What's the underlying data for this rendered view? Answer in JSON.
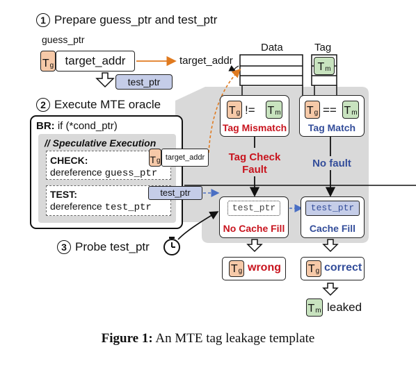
{
  "step1": {
    "num": "1",
    "label": "Prepare guess_ptr and test_ptr"
  },
  "guess_ptr_label": "guess_ptr",
  "target_addr_box": "target_addr",
  "test_ptr_box": "test_ptr",
  "target_addr_arrow_label": "target_addr",
  "data_label": "Data",
  "tag_label": "Tag",
  "step2": {
    "num": "2",
    "label": "Execute MTE oracle"
  },
  "br_line": {
    "prefix": "BR:",
    "text": " if (*cond_ptr)"
  },
  "spec_exec": "// Speculative Execution",
  "check": {
    "label": "CHECK:",
    "line": "dereference",
    "code": "guess_ptr"
  },
  "check_target_addr": "target_addr",
  "test": {
    "label": "TEST:",
    "line": "dereference",
    "code": "test_ptr"
  },
  "test_ptr_inline": "test_ptr",
  "mismatch": {
    "op": "!=",
    "label": "Tag Mismatch"
  },
  "match": {
    "op": "==",
    "label": "Tag Match"
  },
  "fault": {
    "line1": "Tag Check",
    "line2": "Fault"
  },
  "no_fault": "No fault",
  "no_cache": {
    "code": "test_ptr",
    "label": "No Cache Fill"
  },
  "cache": {
    "code": "test_ptr",
    "label": "Cache Fill"
  },
  "step3": {
    "num": "3",
    "label": "Probe test_ptr"
  },
  "wrong": "wrong",
  "correct": "correct",
  "leaked": "leaked",
  "tag_g": {
    "main": "T",
    "sub": "g"
  },
  "tag_m": {
    "main": "T",
    "sub": "m"
  },
  "caption": {
    "prefix": "Figure 1:",
    "text": " An MTE tag leakage template"
  },
  "colors": {
    "tg": "#f6c9a8",
    "tm": "#c8e3bf",
    "gray": "#d9d9d9",
    "red": "#c8141e",
    "blue": "#334d9a",
    "orange": "#e07a1f",
    "test_box": "#c5cde8"
  }
}
